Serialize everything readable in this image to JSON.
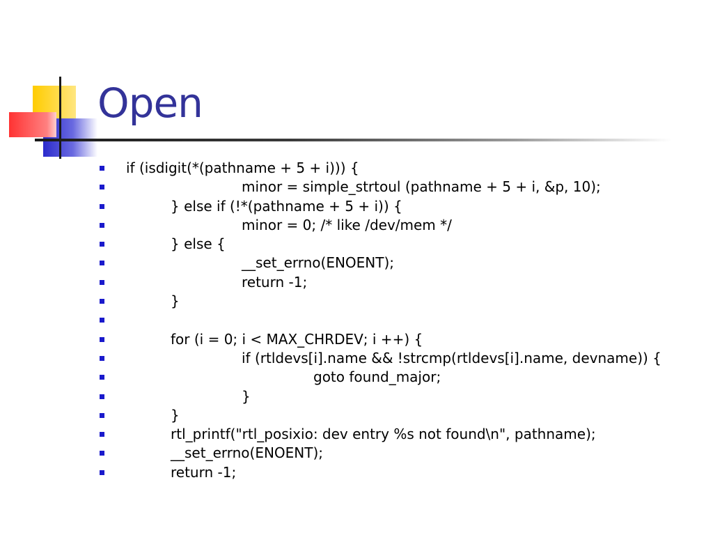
{
  "slide": {
    "title": "Open"
  },
  "colors": {
    "title": "#333399",
    "bullet": "#1a1acc",
    "deco_yellow": "#ffcc00",
    "deco_red": "#ff3333",
    "deco_blue": "#3333cc"
  },
  "code_lines": [
    {
      "text": "if (isdigit(*(pathname + 5 + i))) {",
      "indent": 0
    },
    {
      "text": "minor = simple_strtoul (pathname + 5 + i, &p, 10);",
      "indent": 2
    },
    {
      "text": "} else if (!*(pathname + 5 + i)) {",
      "indent": 1
    },
    {
      "text": "minor = 0; /* like /dev/mem */",
      "indent": 2
    },
    {
      "text": "} else {",
      "indent": 1
    },
    {
      "text": "__set_errno(ENOENT);",
      "indent": 2
    },
    {
      "text": "return -1;",
      "indent": 2
    },
    {
      "text": "}",
      "indent": 1
    },
    {
      "text": "",
      "indent": 1
    },
    {
      "text": "for (i = 0; i < MAX_CHRDEV; i ++) {",
      "indent": 1
    },
    {
      "text": "if (rtldevs[i].name && !strcmp(rtldevs[i].name, devname)) {",
      "indent": 2
    },
    {
      "text": "goto found_major;",
      "indent": 3
    },
    {
      "text": "}",
      "indent": 2
    },
    {
      "text": "}",
      "indent": 1
    },
    {
      "text": "rtl_printf(\"rtl_posixio: dev entry %s not found\\n\", pathname);",
      "indent": 1
    },
    {
      "text": "__set_errno(ENOENT);",
      "indent": 1
    },
    {
      "text": "return -1;",
      "indent": 1
    }
  ]
}
